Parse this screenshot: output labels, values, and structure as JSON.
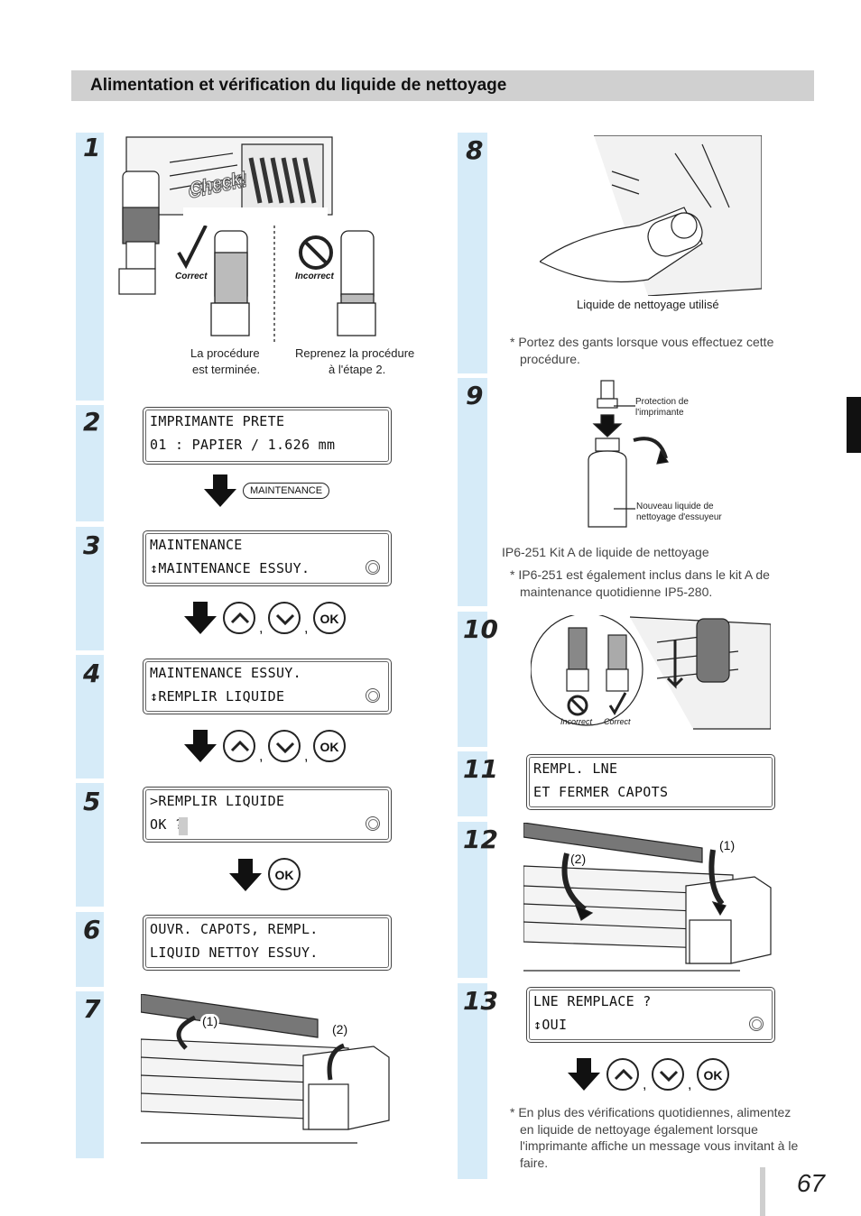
{
  "title": "Alimentation et vérification du liquide de nettoyage",
  "page_number": "67",
  "steps": [
    "1",
    "2",
    "3",
    "4",
    "5",
    "6",
    "7",
    "8",
    "9",
    "10",
    "11",
    "12",
    "13"
  ],
  "step1": {
    "check": "Check!",
    "correct": "Correct",
    "incorrect": "Incorrect",
    "ok_line1": "La procédure",
    "ok_line2": "est terminée.",
    "ng_line1": "Reprenez la procédure",
    "ng_line2": "à l'étape 2."
  },
  "lcd2": {
    "l1": "IMPRIMANTE PRETE",
    "l2": "01 : PAPIER / 1.626 mm"
  },
  "maintenance_button": "MAINTENANCE",
  "lcd3": {
    "l1": "MAINTENANCE",
    "l2": "↕MAINTENANCE ESSUY."
  },
  "lcd4": {
    "l1": "MAINTENANCE ESSUY.",
    "l2": "↕REMPLIR LIQUIDE"
  },
  "lcd5": {
    "l1": ">REMPLIR LIQUIDE",
    "l2": " OK ?"
  },
  "lcd6": {
    "l1": "OUVR. CAPOTS, REMPL.",
    "l2": "LIQUID NETTOY ESSUY."
  },
  "lcd11": {
    "l1": "REMPL. LNE",
    "l2": "ET FERMER CAPOTS"
  },
  "lcd13": {
    "l1": "LNE REMPLACE ?",
    "l2": "↕OUI"
  },
  "buttons": {
    "ok": "OK",
    "comma": ","
  },
  "step7": {
    "label1": "(1)",
    "label2": "(2)"
  },
  "step12": {
    "label1": "(1)",
    "label2": "(2)"
  },
  "step8": {
    "caption": "Liquide de nettoyage utilisé",
    "note": "* Portez des gants lorsque vous effectuez cette procédure."
  },
  "step9": {
    "protection": "Protection de l'imprimante",
    "new_liquid": "Nouveau liquide de nettoyage d'essuyeur",
    "kit": "IP6-251 Kit A de liquide de nettoyage",
    "note": "* IP6-251 est également inclus dans le kit A de maintenance quotidienne IP5-280."
  },
  "step10": {
    "incorrect": "Incorrect",
    "correct": "Correct"
  },
  "step13": {
    "note": "* En plus des vérifications quotidiennes, alimentez en liquide de nettoyage également lorsque l'imprimante affiche un message vous invitant à le faire."
  }
}
